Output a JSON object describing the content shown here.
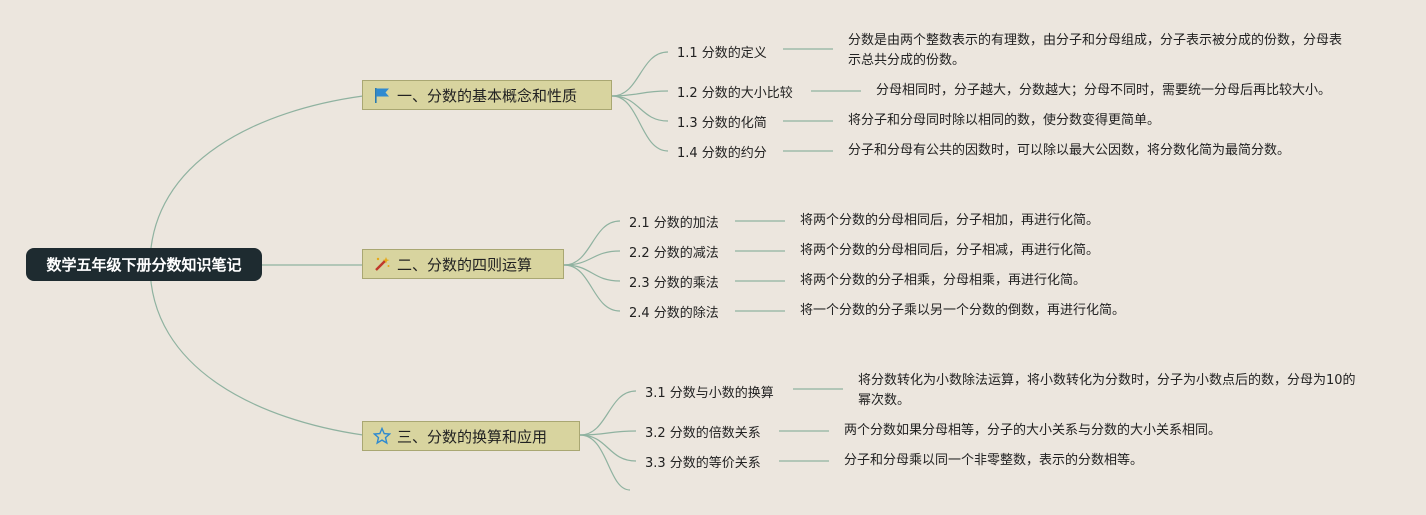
{
  "root": "数学五年级下册分数知识笔记",
  "branches": [
    {
      "label": "一、分数的基本概念和性质",
      "icon": "flag-icon",
      "items": [
        {
          "label": "1.1 分数的定义",
          "note": "分数是由两个整数表示的有理数，由分子和分母组成，分子表示被分成的份数，分母表示总共分成的份数。"
        },
        {
          "label": "1.2 分数的大小比较",
          "note": "分母相同时，分子越大，分数越大；分母不同时，需要统一分母后再比较大小。"
        },
        {
          "label": "1.3 分数的化简",
          "note": "将分子和分母同时除以相同的数，使分数变得更简单。"
        },
        {
          "label": "1.4 分数的约分",
          "note": "分子和分母有公共的因数时，可以除以最大公因数，将分数化简为最简分数。"
        }
      ]
    },
    {
      "label": "二、分数的四则运算",
      "icon": "magic-wand-icon",
      "items": [
        {
          "label": "2.1 分数的加法",
          "note": "将两个分数的分母相同后，分子相加，再进行化简。"
        },
        {
          "label": "2.2 分数的减法",
          "note": "将两个分数的分母相同后，分子相减，再进行化简。"
        },
        {
          "label": "2.3 分数的乘法",
          "note": "将两个分数的分子相乘，分母相乘，再进行化简。"
        },
        {
          "label": "2.4 分数的除法",
          "note": "将一个分数的分子乘以另一个分数的倒数，再进行化简。"
        }
      ]
    },
    {
      "label": "三、分数的换算和应用",
      "icon": "star-icon",
      "items": [
        {
          "label": "3.1 分数与小数的换算",
          "note": "将分数转化为小数除法运算，将小数转化为分数时，分子为小数点后的数，分母为10的幂次数。"
        },
        {
          "label": "3.2 分数的倍数关系",
          "note": "两个分数如果分母相等，分子的大小关系与分数的大小关系相同。"
        },
        {
          "label": "3.3 分数的等价关系",
          "note": "分子和分母乘以同一个非零整数，表示的分数相等。"
        }
      ]
    }
  ],
  "colors": {
    "line": "#8fb2a0",
    "root_bg": "#1e2b30",
    "branch_bg": "#d8d49f"
  }
}
